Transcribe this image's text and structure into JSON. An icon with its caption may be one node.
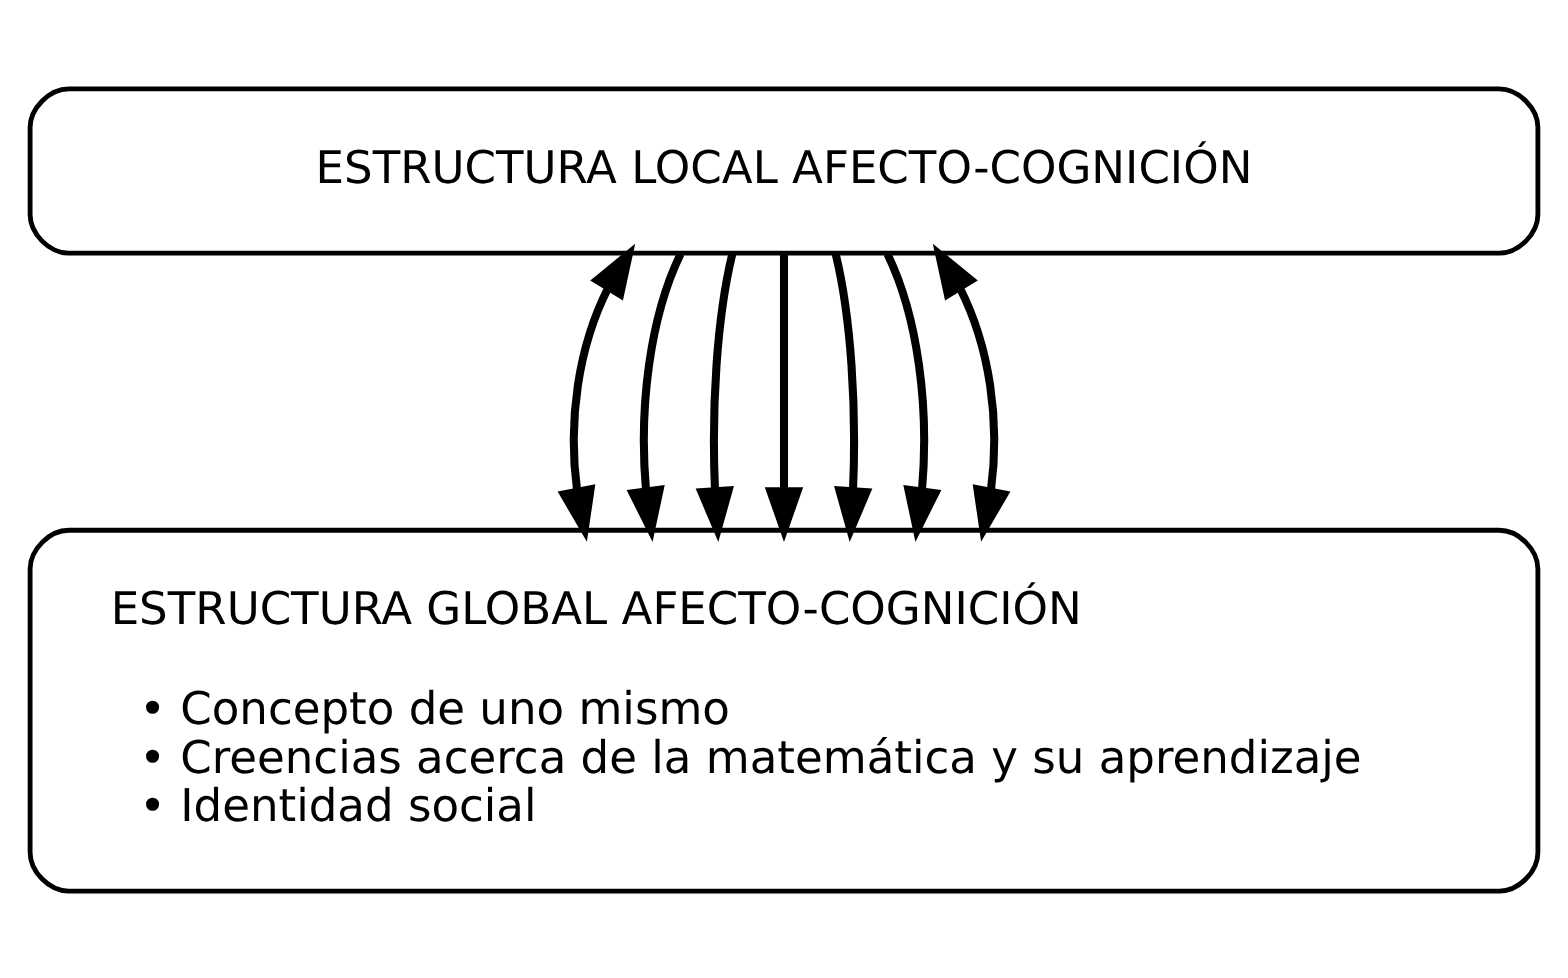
{
  "diagram": {
    "nodes": [
      {
        "text": [
          "ESTRUCTURA LOCAL AFECTO-COGNICIÓN"
        ]
      },
      {
        "text": [
          "ESTRUCTURA GLOBAL AFECTO-COGNICIÓN",
          "• Concepto de uno mismo",
          "• Creencias acerca de la matemática y su aprendizaje",
          "• Identidad social"
        ]
      }
    ],
    "edges": [
      {
        "from": 0,
        "to": 1,
        "arrow": "both"
      },
      {
        "from": 0,
        "to": 1,
        "arrow": "to"
      },
      {
        "from": 0,
        "to": 1,
        "arrow": "to"
      },
      {
        "from": 0,
        "to": 1,
        "arrow": "to"
      },
      {
        "from": 0,
        "to": 1,
        "arrow": "to"
      },
      {
        "from": 0,
        "to": 1,
        "arrow": "to"
      },
      {
        "from": 0,
        "to": 1,
        "arrow": "both"
      }
    ]
  }
}
